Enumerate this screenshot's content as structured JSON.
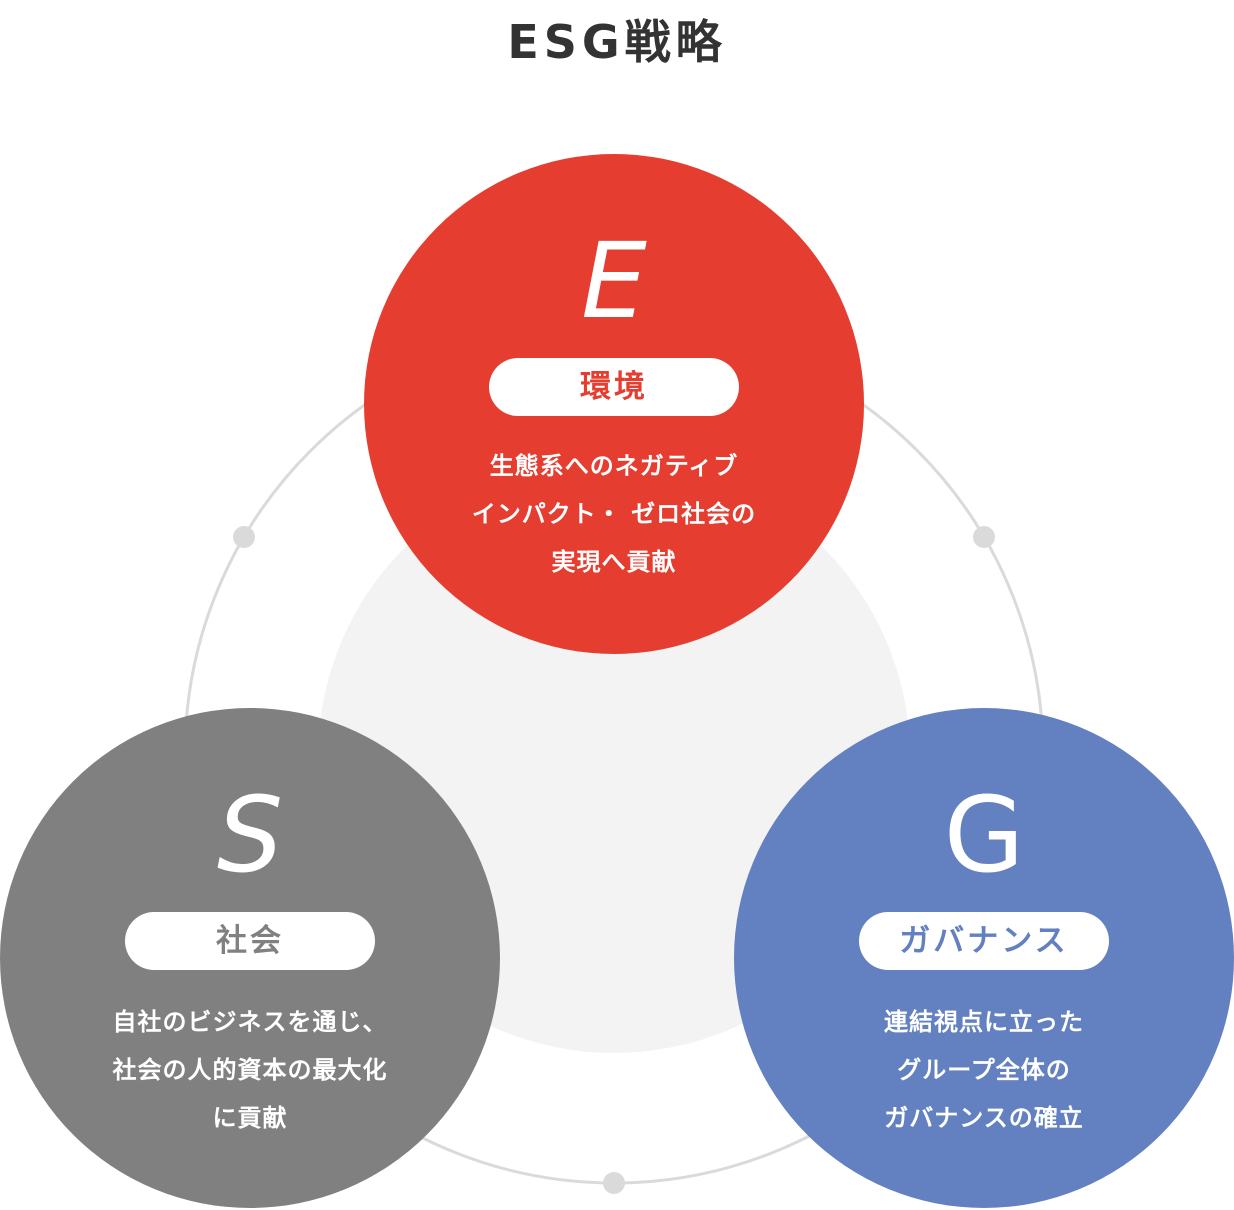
{
  "title": "ESG戦略",
  "colors": {
    "environment": "#E53D30",
    "social": "#808080",
    "governance": "#6380C1",
    "ring": "#DADADA",
    "center_disc": "#F3F3F3",
    "title_text": "#333333"
  },
  "pillars": [
    {
      "key": "E",
      "letter": "E",
      "label": "環境",
      "description_lines": [
        "生態系へのネガティブ",
        "インパクト・ ゼロ社会の",
        "実現へ貢献"
      ]
    },
    {
      "key": "S",
      "letter": "S",
      "label": "社会",
      "description_lines": [
        "自社のビジネスを通じ、",
        "社会の人的資本の最大化",
        "に貢献"
      ]
    },
    {
      "key": "G",
      "letter": "G",
      "label": "ガバナンス",
      "description_lines": [
        "連結視点に立った",
        "グループ全体の",
        "ガバナンスの確立"
      ]
    }
  ]
}
